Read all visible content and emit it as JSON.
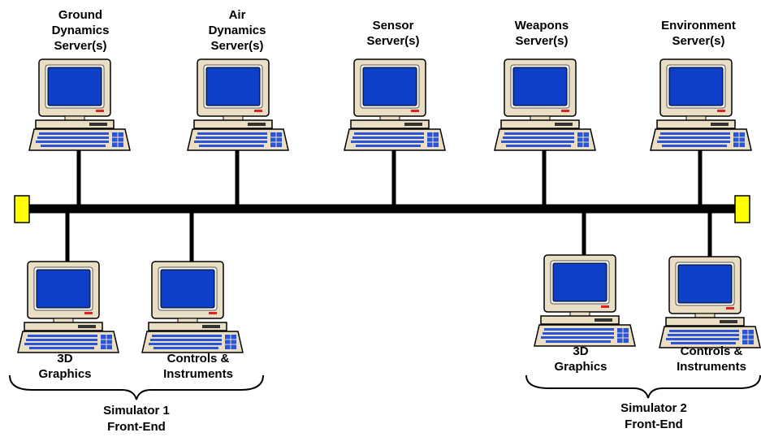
{
  "colors": {
    "screen": "#0d3fc8",
    "bus": "#000000",
    "terminator": "#ffff00",
    "computer_body": "#eadfc4",
    "keyboard_keys": "#2a55d8"
  },
  "network": {
    "bus_terminator_icon": "terminator-icon"
  },
  "servers": [
    {
      "icon": "computer-icon",
      "lines": [
        "Ground",
        "Dynamics",
        "Server(s)"
      ]
    },
    {
      "icon": "computer-icon",
      "lines": [
        "Air",
        "Dynamics",
        "Server(s)"
      ]
    },
    {
      "icon": "computer-icon",
      "lines": [
        "Sensor",
        "Server(s)"
      ]
    },
    {
      "icon": "computer-icon",
      "lines": [
        "Weapons",
        "Server(s)"
      ]
    },
    {
      "icon": "computer-icon",
      "lines": [
        "Environment",
        "Server(s)"
      ]
    }
  ],
  "front_end_nodes": [
    {
      "icon": "computer-icon",
      "lines": [
        "3D",
        "Graphics"
      ]
    },
    {
      "icon": "computer-icon",
      "lines": [
        "Controls &",
        "Instruments"
      ]
    },
    {
      "icon": "computer-icon",
      "lines": [
        "3D",
        "Graphics"
      ]
    },
    {
      "icon": "computer-icon",
      "lines": [
        "Controls &",
        "Instruments"
      ]
    }
  ],
  "groups": [
    {
      "icon": "brace-icon",
      "lines": [
        "Simulator 1",
        "Front-End"
      ]
    },
    {
      "icon": "brace-icon",
      "lines": [
        "Simulator 2",
        "Front-End"
      ]
    }
  ]
}
